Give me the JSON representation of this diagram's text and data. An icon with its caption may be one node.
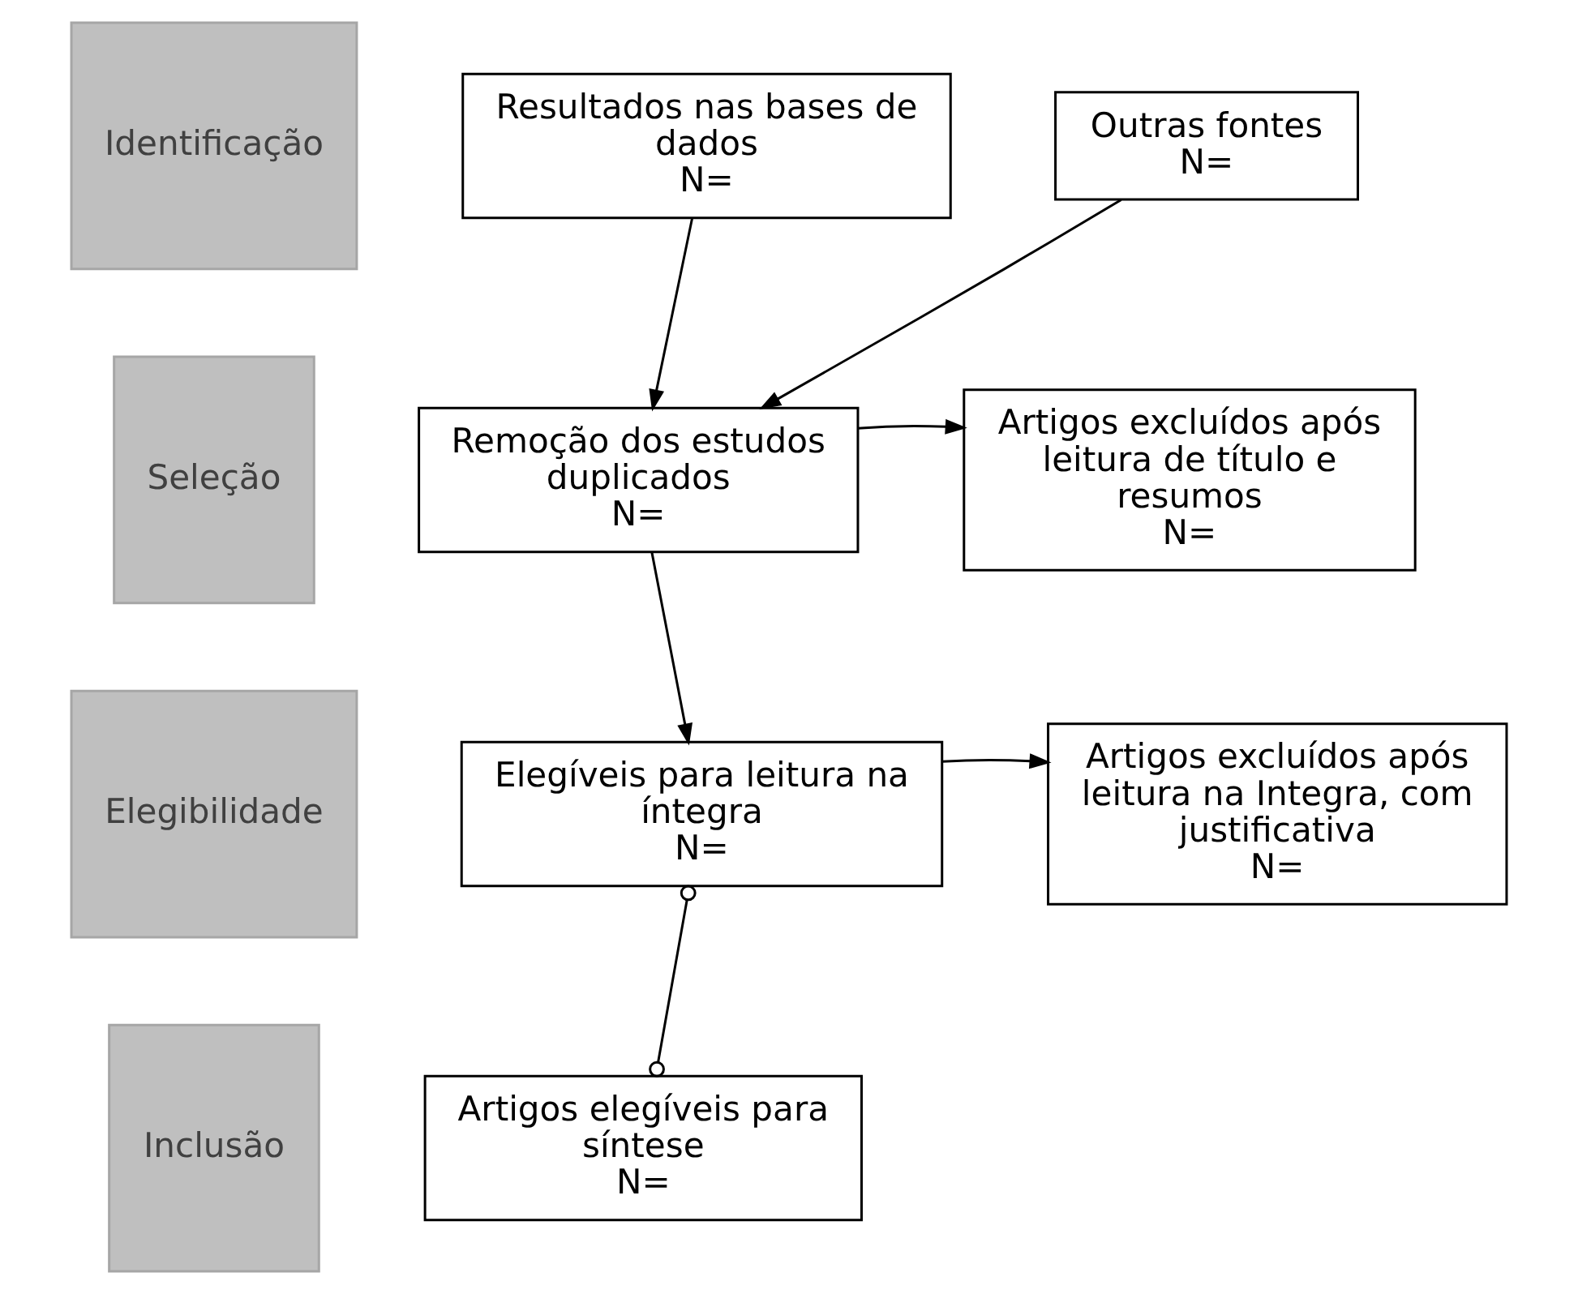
{
  "diagram": {
    "nodes": [
      {
        "text": [
          "Identificação"
        ]
      },
      {
        "text": [
          "Resultados nas bases de dados",
          "N="
        ]
      },
      {
        "text": [
          "Outras fontes",
          "N="
        ]
      },
      {
        "text": [
          "Seleção"
        ]
      },
      {
        "text": [
          "Remoção dos estudos duplicados",
          "N="
        ]
      },
      {
        "text": [
          "Artigos excluídos após leitura de título e resumos",
          "N="
        ]
      },
      {
        "text": [
          "Elegibilidade"
        ]
      },
      {
        "text": [
          "Elegíveis para leitura na íntegra",
          "N="
        ]
      },
      {
        "text": [
          "Artigos excluídos após leitura na Integra, com justificativa",
          "N="
        ]
      },
      {
        "text": [
          "Inclusão"
        ]
      },
      {
        "text": [
          "Artigos elegíveis para síntese",
          "N="
        ]
      }
    ],
    "edges": [
      {
        "from": 1,
        "to": 4,
        "arrow": "to"
      },
      {
        "from": 2,
        "to": 4,
        "arrow": "to"
      },
      {
        "from": 4,
        "to": 5,
        "arrow": "to"
      },
      {
        "from": 4,
        "to": 7,
        "arrow": "to"
      },
      {
        "from": 7,
        "to": 8,
        "arrow": "to"
      },
      {
        "from": 7,
        "to": 10,
        "arrow": "other"
      }
    ]
  }
}
